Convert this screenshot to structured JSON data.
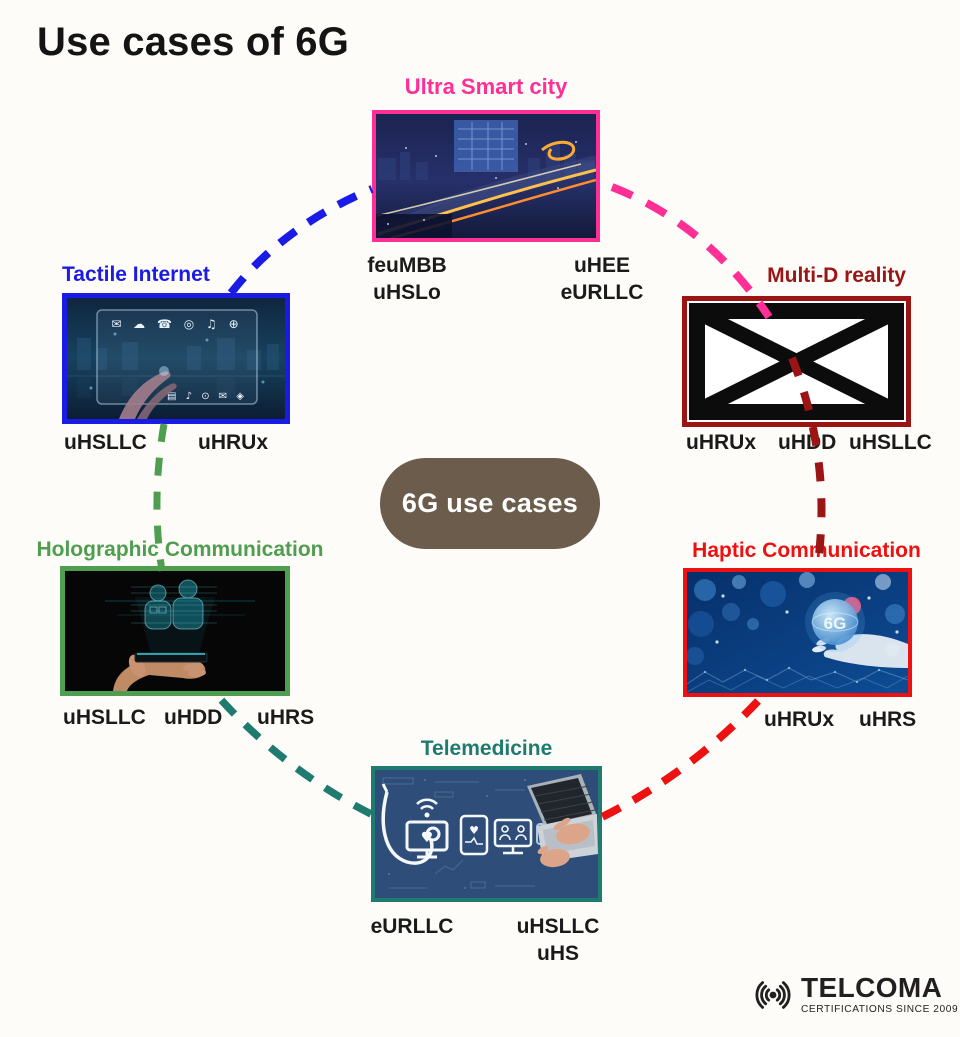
{
  "title": "Use cases of 6G",
  "background_color": "#fdfcf8",
  "center_pill": {
    "label": "6G use cases",
    "bg_color": "#6b5c4b",
    "text_color": "#ffffff"
  },
  "nodes": {
    "ultra_smart_city": {
      "label": "Ultra Smart city",
      "color": "#ff2f96",
      "image": "night-city-aerial-photo",
      "tag_columns": [
        [
          "feuMBB",
          "uHSLo"
        ],
        [
          "uHEE",
          "eURLLC"
        ]
      ]
    },
    "tactile_internet": {
      "label": "Tactile Internet",
      "color": "#1b1be6",
      "image": "finger-touch-virtual-screen-photo",
      "tags": [
        "uHSLLC",
        "uHRUx"
      ]
    },
    "multi_d_reality": {
      "label": "Multi-D reality",
      "color": "#9b1515",
      "image": "broken-image-placeholder",
      "tags": [
        "uHRUx",
        "uHDD",
        "uHSLLC"
      ]
    },
    "haptic_communication": {
      "label": "Haptic Communication",
      "color": "#ee1111",
      "image": "hand-holding-6g-globe-photo",
      "tags": [
        "uHRUx",
        "uHRS"
      ]
    },
    "telemedicine": {
      "label": "Telemedicine",
      "color": "#1f7a70",
      "image": "telehealth-icons-laptop-photo",
      "tag_columns": [
        [
          "eURLLC"
        ],
        [
          "uHSLLC",
          "uHS"
        ]
      ]
    },
    "holographic_communication": {
      "label": "Holographic Communication",
      "color": "#4f9e4f",
      "image": "hand-phone-hologram-photo",
      "tags": [
        "uHSLLC",
        "uHDD",
        "uHRS"
      ]
    }
  },
  "connectors": [
    {
      "from": "tactile_internet",
      "to": "ultra_smart_city",
      "color": "#1b1be6"
    },
    {
      "from": "ultra_smart_city",
      "to": "multi_d_reality",
      "color": "#ff2f96"
    },
    {
      "from": "multi_d_reality",
      "to": "haptic_communication",
      "color": "#9b1515"
    },
    {
      "from": "haptic_communication",
      "to": "telemedicine",
      "color": "#ee1111"
    },
    {
      "from": "telemedicine",
      "to": "holographic_communication",
      "color": "#1f7a70"
    },
    {
      "from": "holographic_communication",
      "to": "tactile_internet",
      "color": "#4f9e4f"
    }
  ],
  "logo": {
    "brand": "TELCOMA",
    "tagline": "CERTIFICATIONS SINCE 2009",
    "icon": "radio-waves-icon",
    "color": "#231f20"
  }
}
